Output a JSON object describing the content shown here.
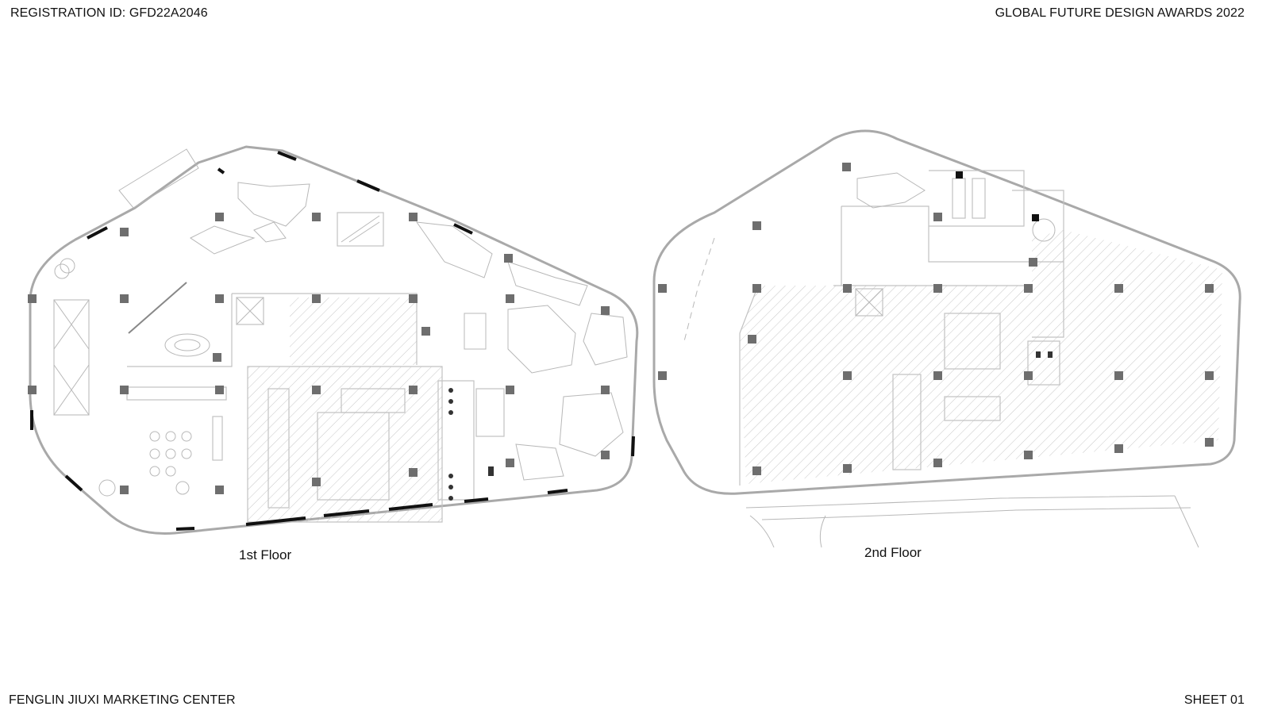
{
  "header": {
    "registration": "REGISTRATION ID:  GFD22A2046",
    "award": "GLOBAL FUTURE DESIGN AWARDS 2022"
  },
  "footer": {
    "project": "FENGLIN JIUXI MARKETING CENTER",
    "sheet": "SHEET 01"
  },
  "plans": [
    {
      "caption": "1st Floor"
    },
    {
      "caption": "2nd Floor"
    }
  ],
  "colors": {
    "wall": "#a9a9a9",
    "column": "#6e6e6e",
    "window": "#111111",
    "hatch": "#c8c8c8"
  }
}
